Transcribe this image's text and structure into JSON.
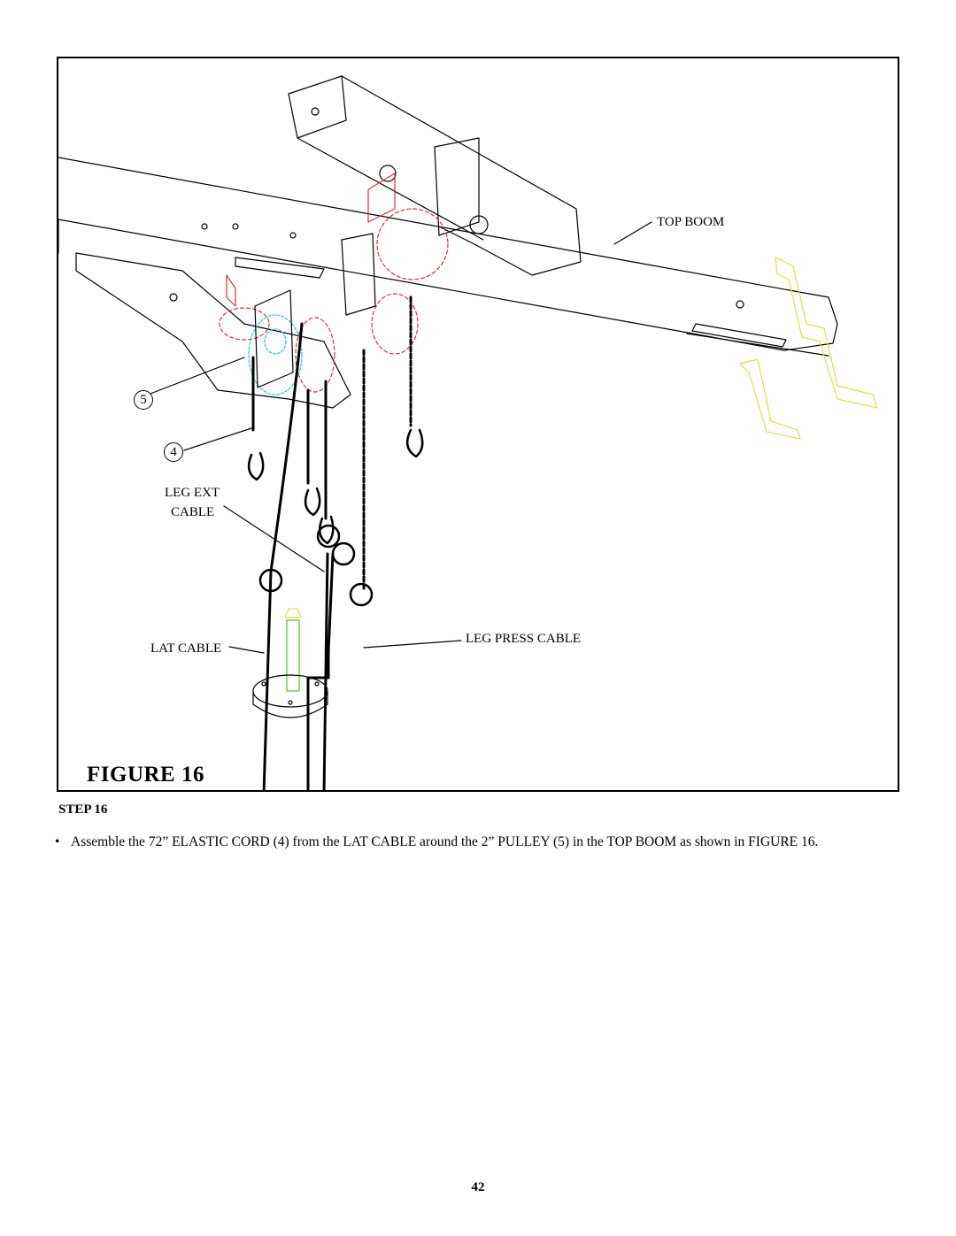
{
  "figure": {
    "title": "FIGURE 16",
    "labels": {
      "top_boom": "TOP BOOM",
      "leg_ext_line1": "LEG EXT",
      "leg_ext_line2": "CABLE",
      "lat_cable": "LAT CABLE",
      "leg_press_cable": "LEG PRESS CABLE"
    },
    "callouts": {
      "pulley": "5",
      "elastic_cord": "4"
    },
    "colors": {
      "pulleys": "#e03030",
      "pulley_2in": "#20c8e0",
      "guide_rod": "#60c020",
      "bracket": "#e0e040",
      "line_art": "#000000"
    }
  },
  "step": {
    "heading": "STEP 16",
    "bullet": "•",
    "text": "Assemble the 72” ELASTIC CORD (4) from the LAT CABLE around the 2” PULLEY (5) in the TOP BOOM as shown in FIGURE 16."
  },
  "page": {
    "number": "42"
  }
}
